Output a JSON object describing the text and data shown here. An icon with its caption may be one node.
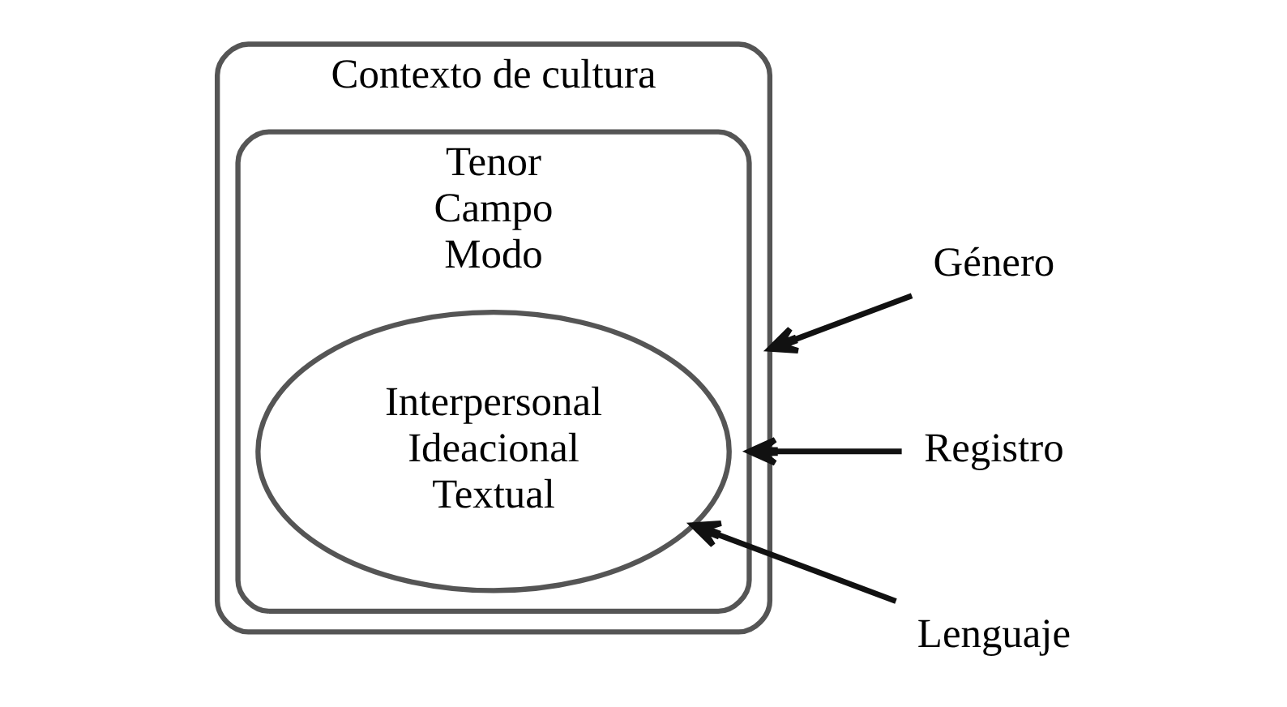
{
  "diagram": {
    "nodes": [
      {
        "text": [
          "Contexto de cultura"
        ]
      },
      {
        "text": [
          "Tenor",
          "Campo",
          "Modo"
        ],
        "in": 0
      },
      {
        "text": [
          "Interpersonal",
          "Ideacional",
          "Textual"
        ],
        "in": 1
      },
      {
        "text": [
          "Género"
        ]
      },
      {
        "text": [
          "Registro"
        ]
      },
      {
        "text": [
          "Lenguaje"
        ]
      }
    ],
    "edges": [
      {
        "from": 3,
        "to": 0,
        "arrow": "to"
      },
      {
        "from": 4,
        "to": 1,
        "arrow": "to"
      },
      {
        "from": 5,
        "to": 2,
        "arrow": "to"
      }
    ]
  }
}
